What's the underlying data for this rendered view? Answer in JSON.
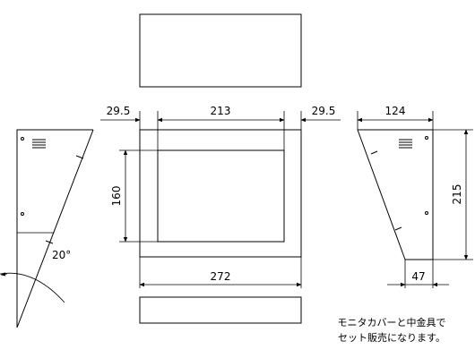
{
  "dimensions": {
    "top_left": "29.5",
    "top_middle": "213",
    "top_right": "29.5",
    "height_screen": "160",
    "width_total": "272",
    "side_depth": "124",
    "side_height": "215",
    "side_bottom": "47",
    "angle": "20°"
  },
  "note": {
    "line1": "モニタカバーと中金具で",
    "line2": "セット販売になります。"
  }
}
